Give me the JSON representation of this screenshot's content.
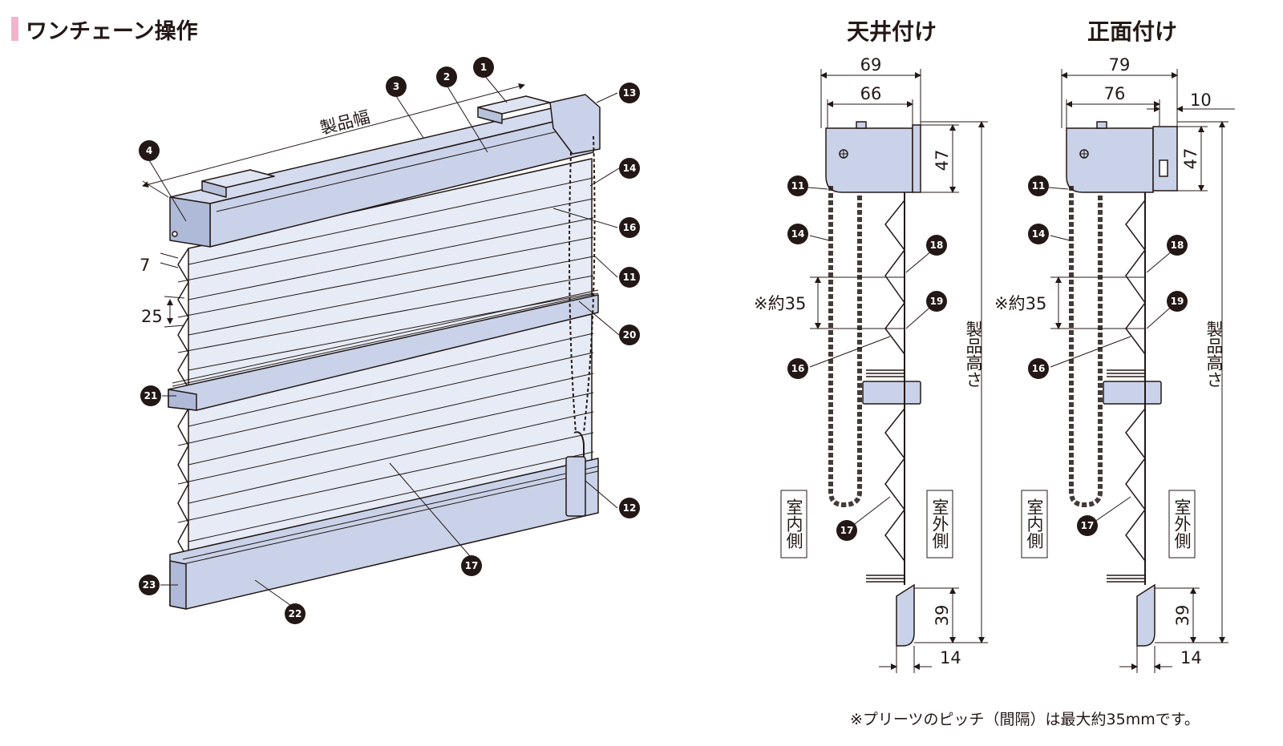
{
  "title": "ワンチェーン操作",
  "colors": {
    "title_bar": "#f2b4cc",
    "fabric": "#e6ebf6",
    "rail": "#c9d2e8",
    "rail_dark": "#aebad8",
    "outline": "#231815"
  },
  "main_diagram": {
    "width_label": "製品幅",
    "pleat_dims": [
      "7",
      "25"
    ],
    "part_numbers": [
      "1",
      "2",
      "3",
      "4",
      "13",
      "14",
      "16",
      "11",
      "20",
      "21",
      "12",
      "17",
      "23",
      "22"
    ]
  },
  "views": [
    {
      "title": "天井付け",
      "dims": {
        "outer_width": "69",
        "inner_width": "66",
        "head_height": "47",
        "pitch": "※約35",
        "bottom_height": "39",
        "bottom_width": "14",
        "product_height": "製品高さ"
      },
      "side_labels": {
        "indoor": "室内側",
        "outdoor": "室外側"
      },
      "parts": [
        "11",
        "14",
        "16",
        "18",
        "19",
        "17"
      ]
    },
    {
      "title": "正面付け",
      "dims": {
        "outer_width": "79",
        "inner_width": "76",
        "offset": "10",
        "head_height": "47",
        "pitch": "※約35",
        "bottom_height": "39",
        "bottom_width": "14",
        "product_height": "製品高さ"
      },
      "side_labels": {
        "indoor": "室内側",
        "outdoor": "室外側"
      },
      "parts": [
        "11",
        "14",
        "16",
        "18",
        "19",
        "17"
      ]
    }
  ],
  "footnote": "※プリーツのピッチ（間隔）は最大約35mmです。"
}
